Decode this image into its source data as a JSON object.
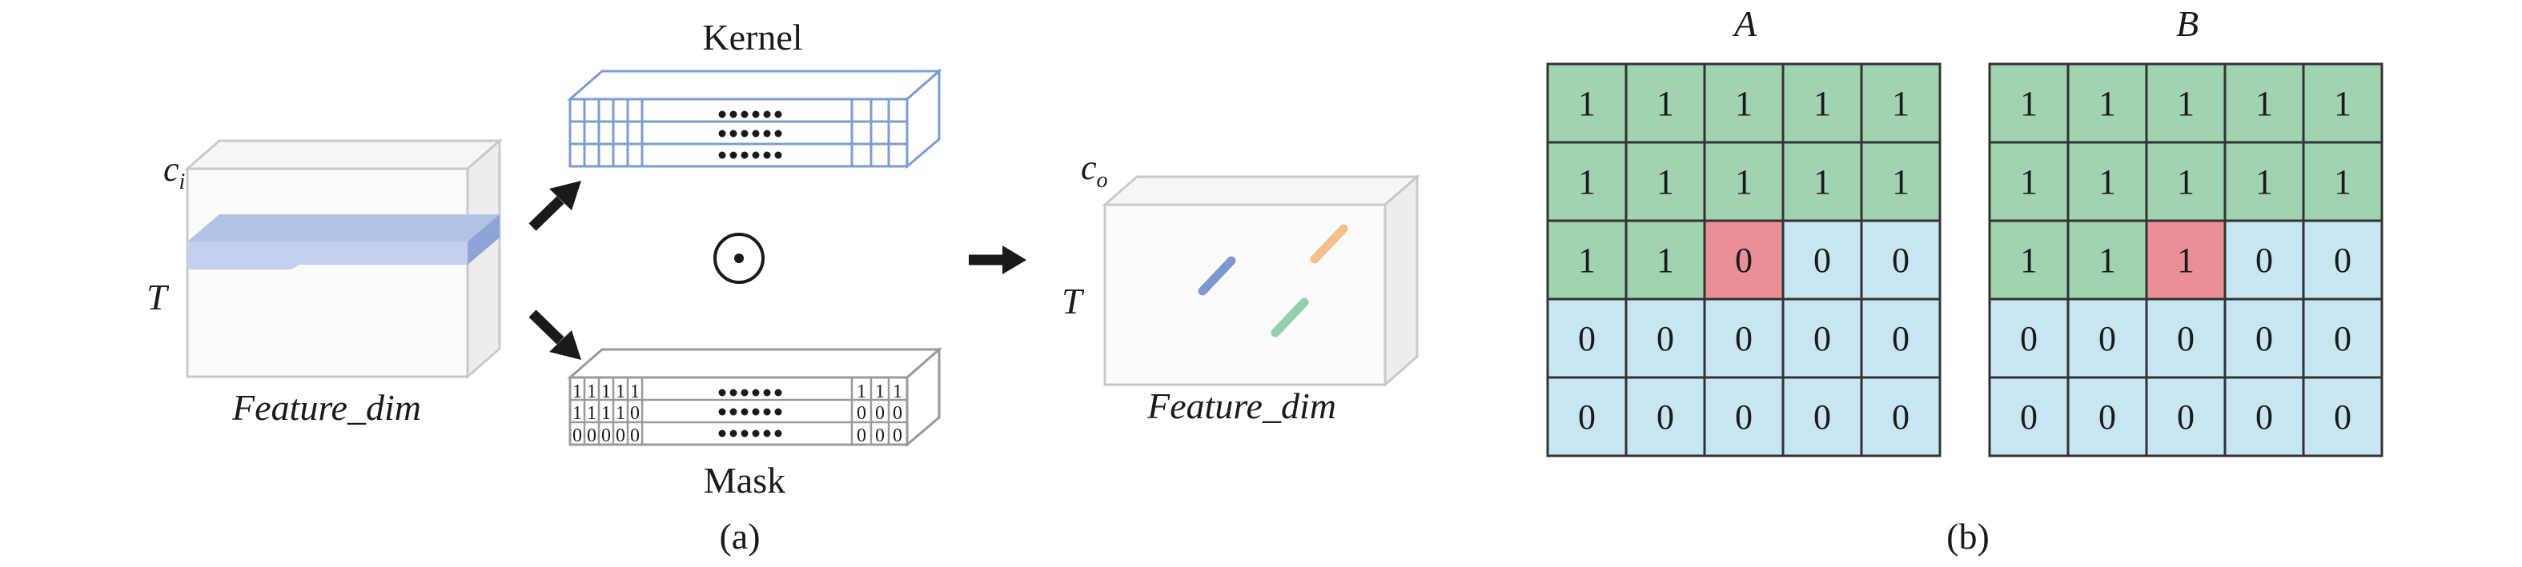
{
  "panel_a": {
    "caption": "(a)",
    "input_block": {
      "top_label": "c",
      "top_label_sub": "i",
      "side_label": "T",
      "bottom_label": "Feature_dim"
    },
    "kernel": {
      "label": "Kernel"
    },
    "mask": {
      "label": "Mask",
      "rows": [
        {
          "left": [
            "1",
            "1",
            "1",
            "1",
            "1"
          ],
          "right": [
            "1",
            "1",
            "1"
          ]
        },
        {
          "left": [
            "1",
            "1",
            "1",
            "1",
            "0"
          ],
          "right": [
            "0",
            "0",
            "0"
          ]
        },
        {
          "left": [
            "0",
            "0",
            "0",
            "0",
            "0"
          ],
          "right": [
            "0",
            "0",
            "0"
          ]
        }
      ]
    },
    "operator_symbol": "⊙",
    "output_block": {
      "top_label": "c",
      "top_label_sub": "o",
      "side_label": "T",
      "bottom_label": "Feature_dim"
    }
  },
  "panel_b": {
    "caption": "(b)",
    "colors": {
      "one": "#9fd3b2",
      "zero": "#c7e6f1",
      "center": "#ea8e98",
      "grid_line": "#333333"
    },
    "matrices": [
      {
        "title": "A",
        "cells": [
          [
            "1",
            "1",
            "1",
            "1",
            "1"
          ],
          [
            "1",
            "1",
            "1",
            "1",
            "1"
          ],
          [
            "1",
            "1",
            "0",
            "0",
            "0"
          ],
          [
            "0",
            "0",
            "0",
            "0",
            "0"
          ],
          [
            "0",
            "0",
            "0",
            "0",
            "0"
          ]
        ],
        "fills": [
          [
            "one",
            "one",
            "one",
            "one",
            "one"
          ],
          [
            "one",
            "one",
            "one",
            "one",
            "one"
          ],
          [
            "one",
            "one",
            "center",
            "zero",
            "zero"
          ],
          [
            "zero",
            "zero",
            "zero",
            "zero",
            "zero"
          ],
          [
            "zero",
            "zero",
            "zero",
            "zero",
            "zero"
          ]
        ]
      },
      {
        "title": "B",
        "cells": [
          [
            "1",
            "1",
            "1",
            "1",
            "1"
          ],
          [
            "1",
            "1",
            "1",
            "1",
            "1"
          ],
          [
            "1",
            "1",
            "1",
            "0",
            "0"
          ],
          [
            "0",
            "0",
            "0",
            "0",
            "0"
          ],
          [
            "0",
            "0",
            "0",
            "0",
            "0"
          ]
        ],
        "fills": [
          [
            "one",
            "one",
            "one",
            "one",
            "one"
          ],
          [
            "one",
            "one",
            "one",
            "one",
            "one"
          ],
          [
            "one",
            "one",
            "center",
            "zero",
            "zero"
          ],
          [
            "zero",
            "zero",
            "zero",
            "zero",
            "zero"
          ],
          [
            "zero",
            "zero",
            "zero",
            "zero",
            "zero"
          ]
        ]
      }
    ]
  }
}
